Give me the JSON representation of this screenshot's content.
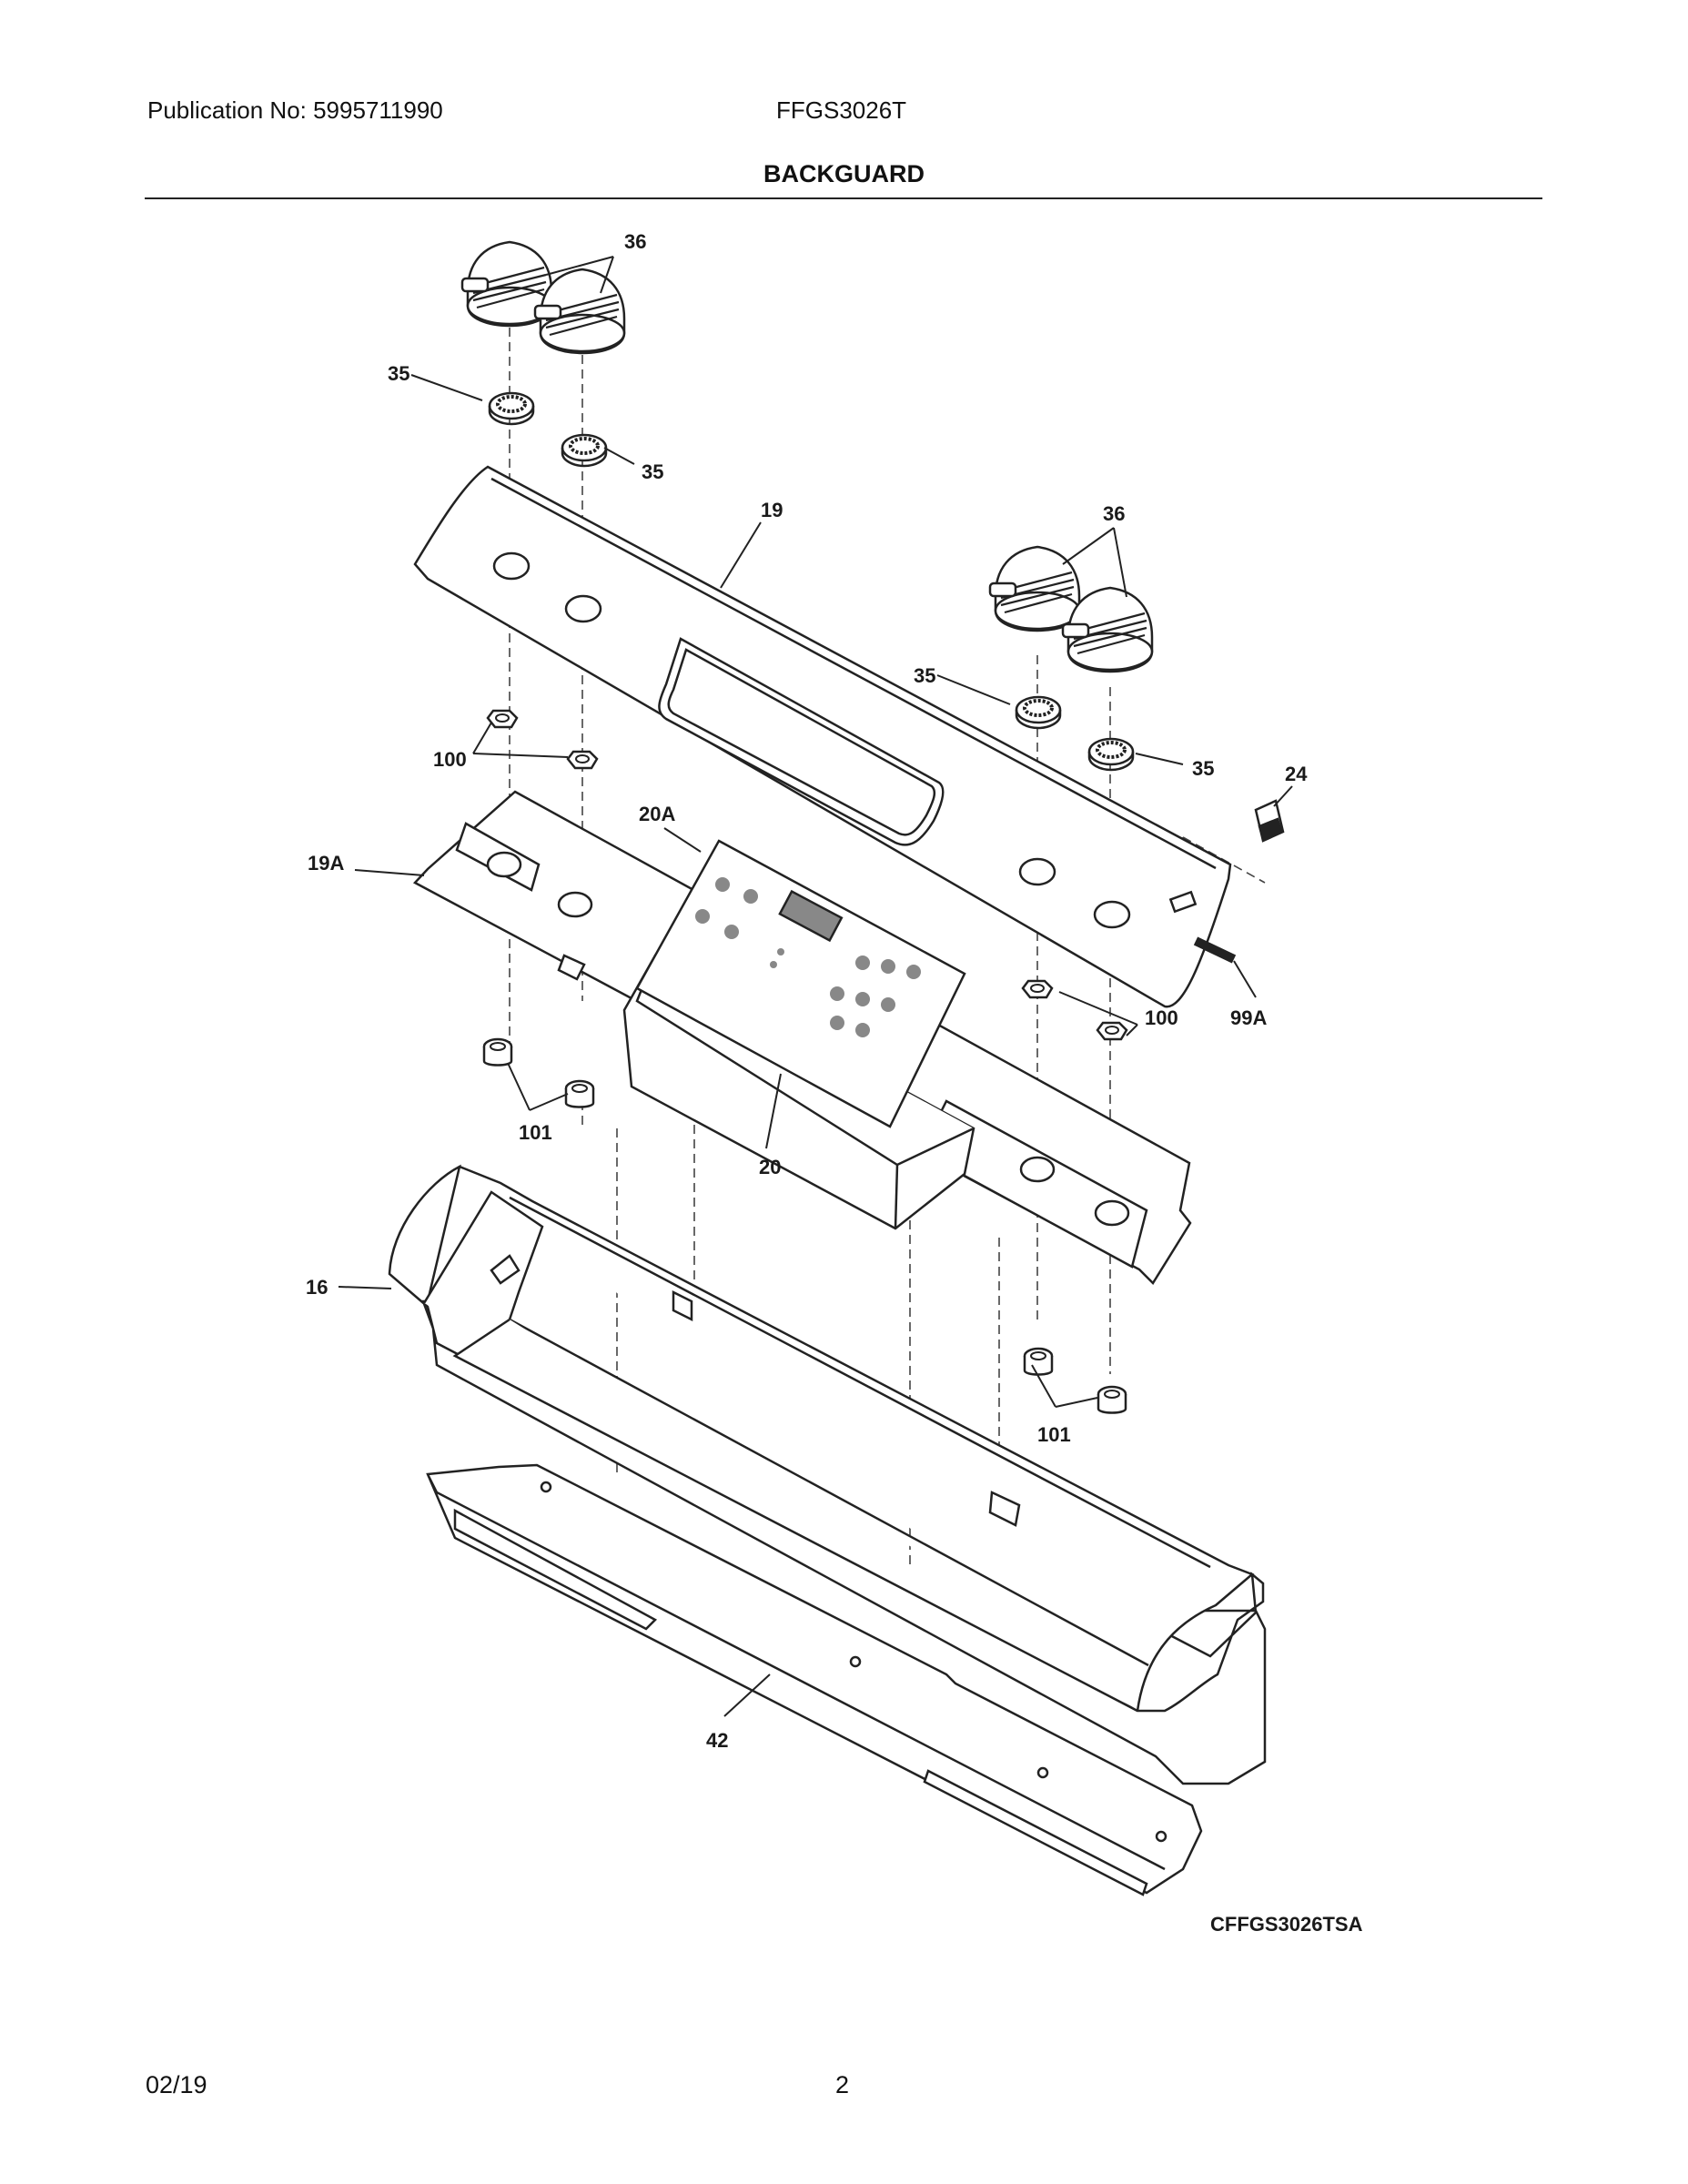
{
  "header": {
    "publication": "Publication No: 5995711990",
    "model": "FFGS3026T",
    "title": "BACKGUARD"
  },
  "diagram": {
    "part_labels": {
      "p36_top": "36",
      "p35_left": "35",
      "p35_mid": "35",
      "p19": "19",
      "p36_right": "36",
      "p35_right_upper": "35",
      "p35_right_lower": "35",
      "p24": "24",
      "p100_left": "100",
      "p20A": "20A",
      "p19A": "19A",
      "p100_right": "100",
      "p99A": "99A",
      "p101_left": "101",
      "p20": "20",
      "p16": "16",
      "p101_right": "101",
      "p42": "42"
    },
    "diagram_code": "CFFGS3026TSA"
  },
  "footer": {
    "date": "02/19",
    "page": "2"
  }
}
